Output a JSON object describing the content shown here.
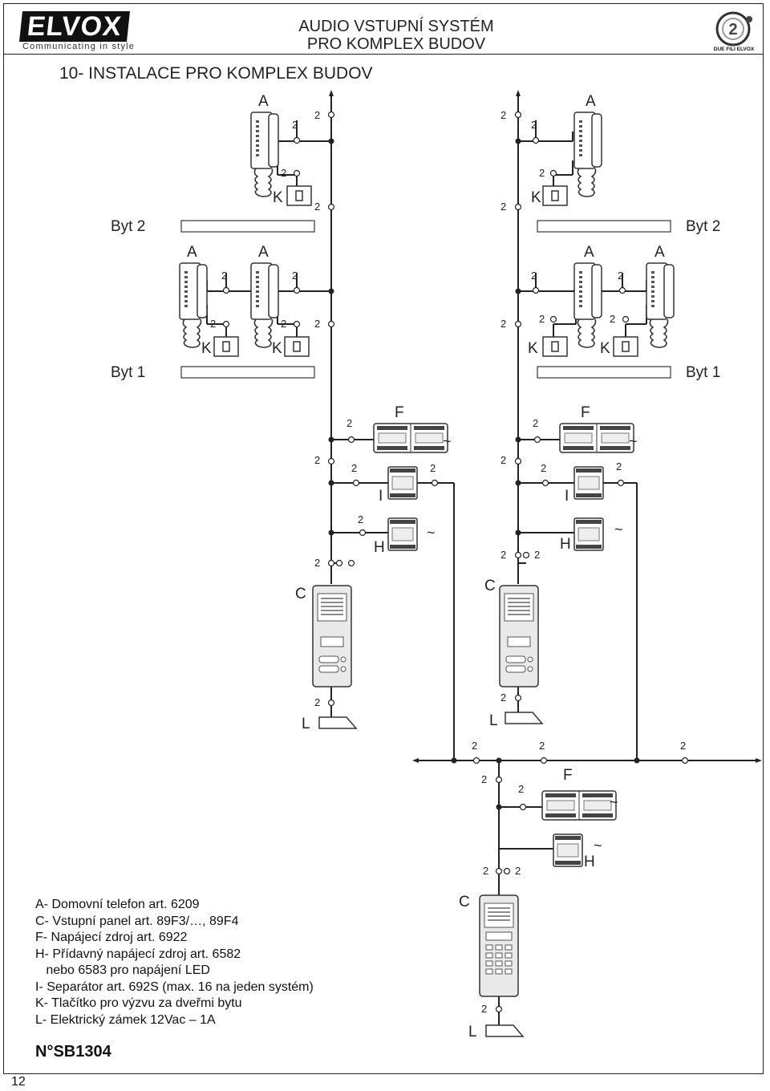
{
  "header": {
    "logo_text": "ELVOX",
    "logo_tagline": "Communicating in style",
    "title_line1": "AUDIO VSTUPNÍ SYSTÉM",
    "title_line2": "PRO KOMPLEX BUDOV",
    "badge_text": "DUE FILI ELVOX"
  },
  "section_title": "10- INSTALACE PRO KOMPLEX BUDOV",
  "diagram": {
    "floor_labels": {
      "byt2": "Byt 2",
      "byt1": "Byt 1"
    },
    "component_letters": {
      "A": "A",
      "C": "C",
      "F": "F",
      "H": "H",
      "I": "I",
      "K": "K",
      "L": "L"
    },
    "wire_count": "2",
    "ac_symbol": "~"
  },
  "legend": [
    "A- Domovní telefon art. 6209",
    "C- Vstupní panel art. 89F3/…, 89F4",
    "F- Napájecí zdroj art. 6922",
    "H- Přídavný napájecí zdroj art. 6582",
    "   nebo 6583 pro napájení LED",
    "I- Separátor art. 692S (max. 16 na jeden systém)",
    "K- Tlačítko pro výzvu za dveřmi bytu",
    "L- Elektrický zámek 12Vac – 1A"
  ],
  "doc_number": "N°SB1304",
  "page_number": "12"
}
